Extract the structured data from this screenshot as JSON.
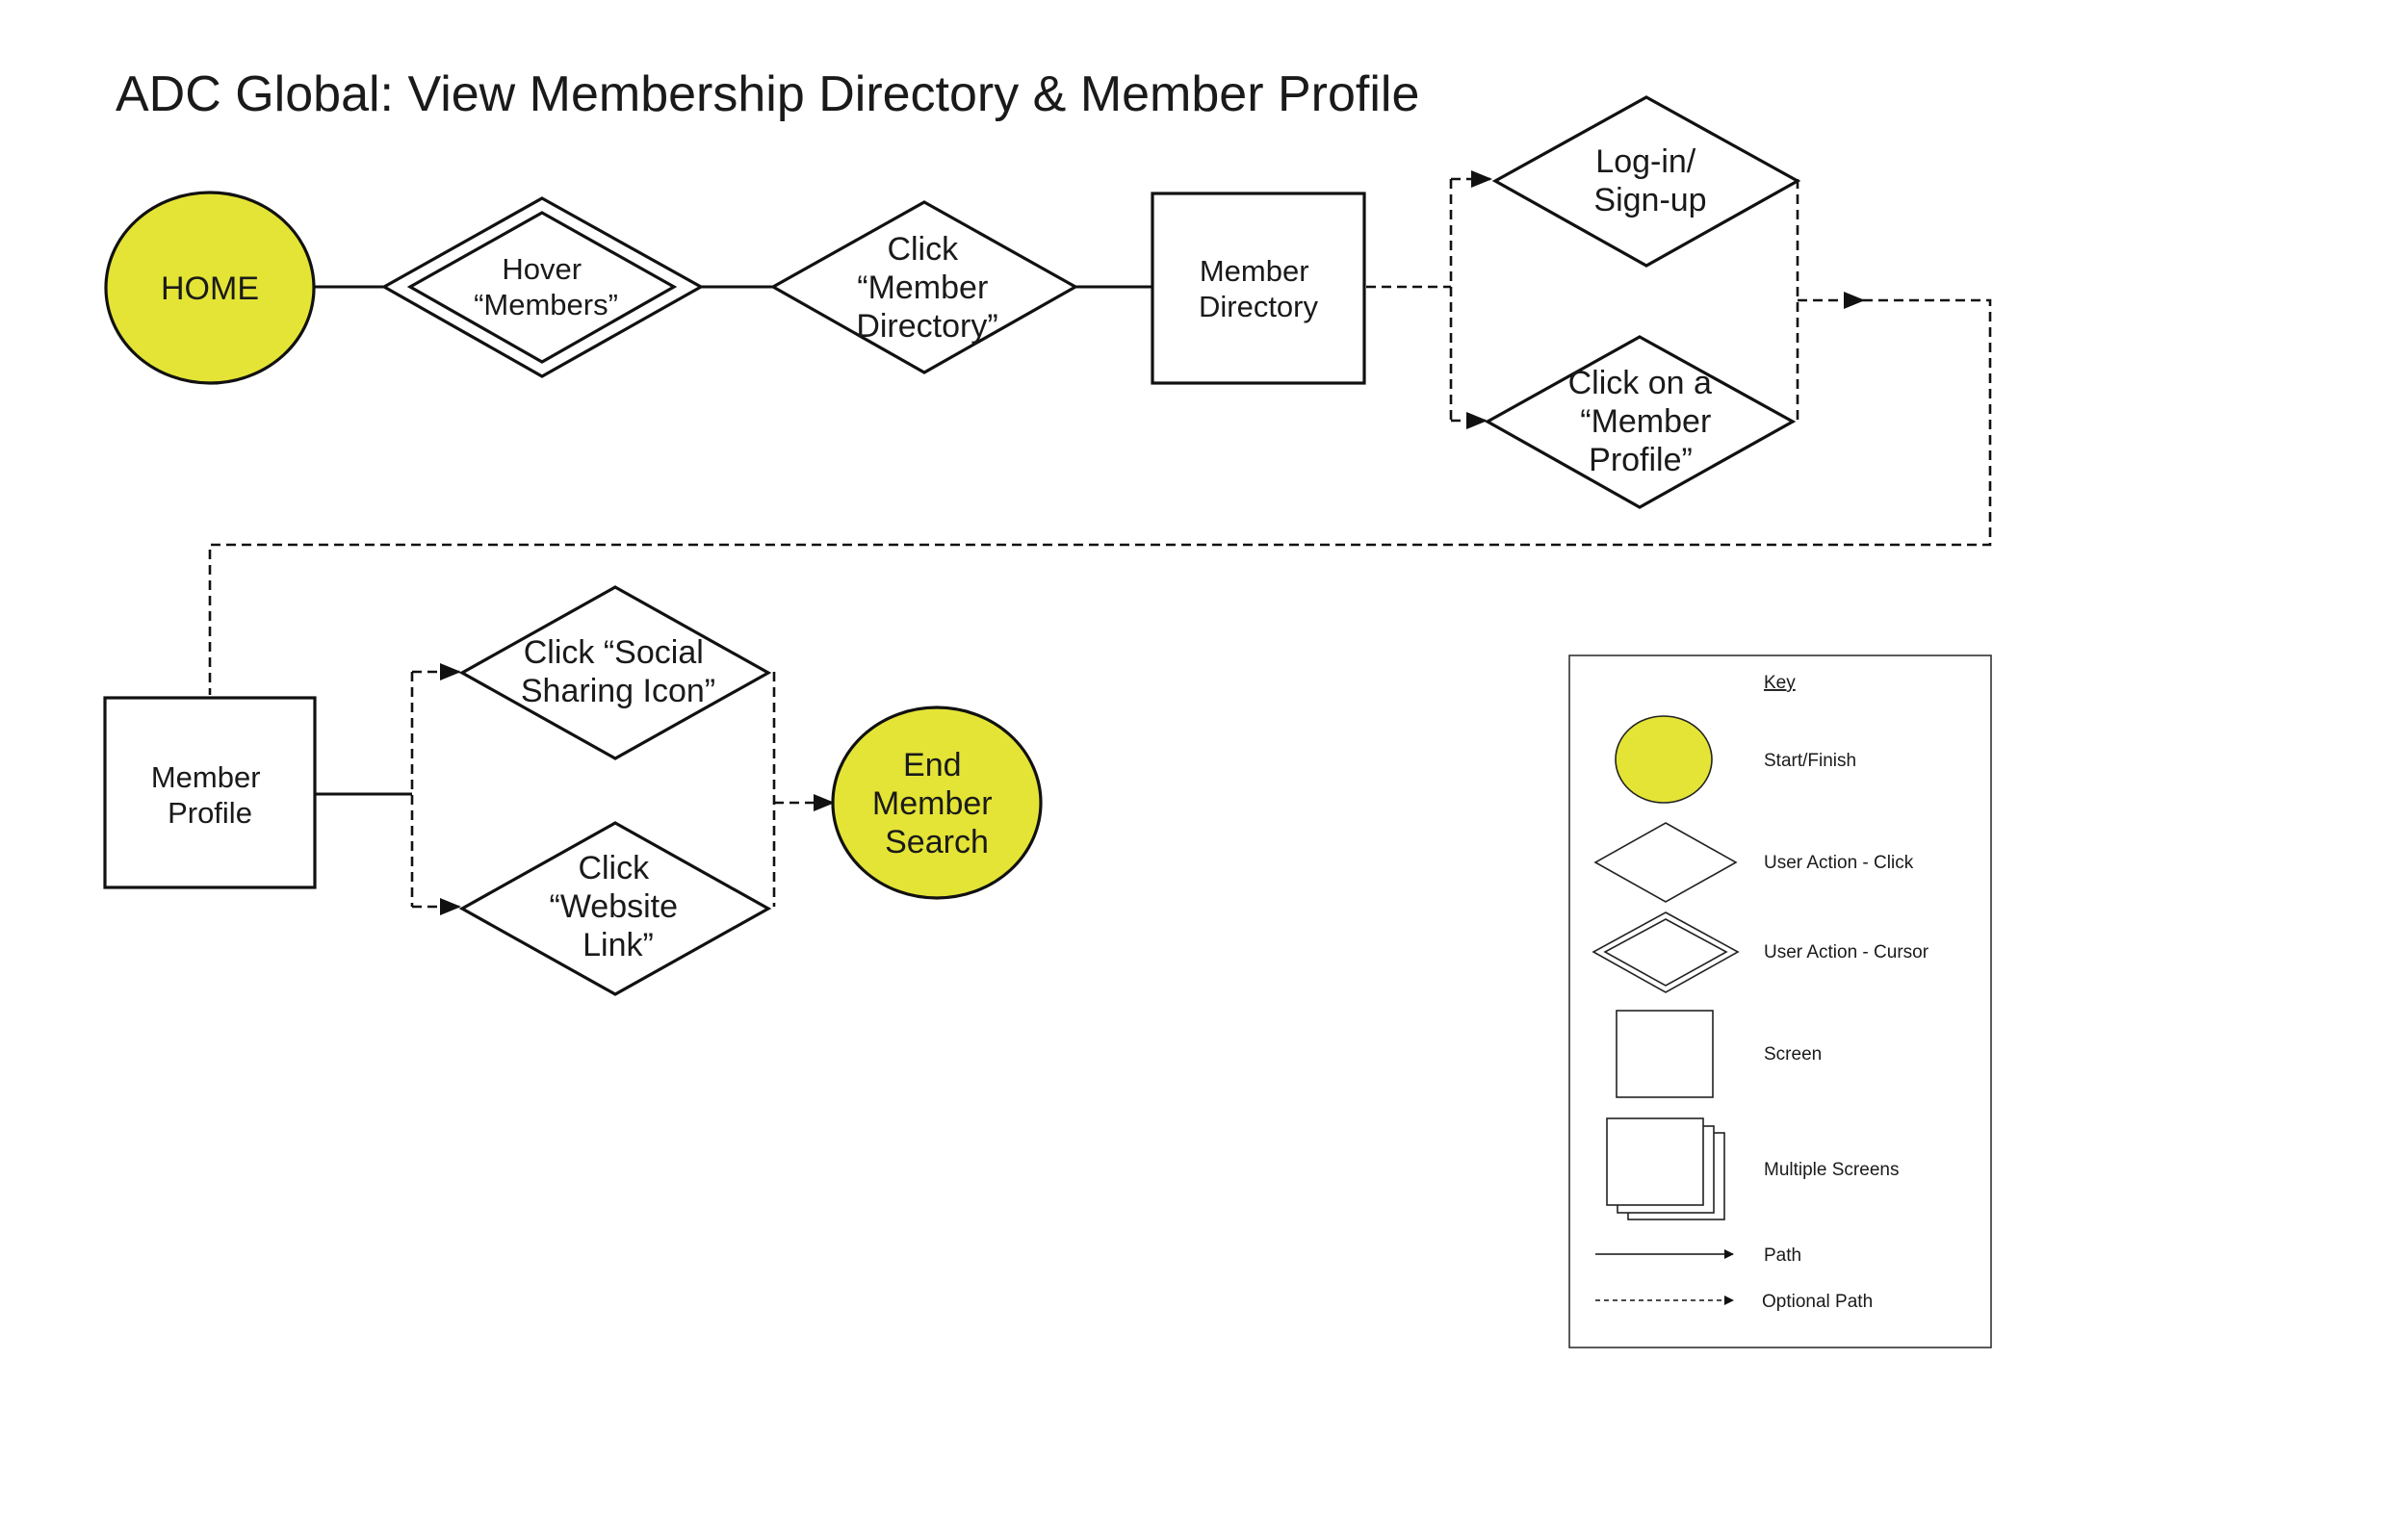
{
  "title": "ADC Global: View Membership Directory & Member Profile",
  "colors": {
    "start_finish": "#e4e436",
    "stroke": "#111111",
    "background": "#ffffff"
  },
  "nodes": {
    "home": {
      "lines": [
        "HOME"
      ]
    },
    "hover_members": {
      "lines": [
        "Hover",
        "“Members”"
      ]
    },
    "click_member_directory": {
      "lines": [
        "Click",
        "“Member",
        "Directory”"
      ]
    },
    "member_directory": {
      "lines": [
        "Member",
        "Directory"
      ]
    },
    "login_signup": {
      "lines": [
        "Log-in/",
        "Sign-up"
      ]
    },
    "click_member_profile": {
      "lines": [
        "Click on a",
        "“Member",
        "Profile”"
      ]
    },
    "member_profile": {
      "lines": [
        "Member",
        "Profile"
      ]
    },
    "click_social_sharing": {
      "lines": [
        "Click “Social",
        "Sharing Icon”"
      ]
    },
    "click_website_link": {
      "lines": [
        "Click",
        "“Website",
        "Link”"
      ]
    },
    "end_member_search": {
      "lines": [
        "End",
        "Member",
        "Search"
      ]
    }
  },
  "edges": [
    {
      "from": "home",
      "to": "hover_members",
      "style": "solid"
    },
    {
      "from": "hover_members",
      "to": "click_member_directory",
      "style": "solid"
    },
    {
      "from": "click_member_directory",
      "to": "member_directory",
      "style": "solid"
    },
    {
      "from": "member_directory",
      "to": "login_signup",
      "style": "dashed"
    },
    {
      "from": "member_directory",
      "to": "click_member_profile",
      "style": "dashed"
    },
    {
      "from": "login_signup",
      "to": "member_profile",
      "style": "dashed"
    },
    {
      "from": "click_member_profile",
      "to": "member_profile",
      "style": "dashed"
    },
    {
      "from": "member_profile",
      "to": "click_social_sharing",
      "style": "dashed"
    },
    {
      "from": "member_profile",
      "to": "click_website_link",
      "style": "dashed"
    },
    {
      "from": "click_social_sharing",
      "to": "end_member_search",
      "style": "dashed"
    },
    {
      "from": "click_website_link",
      "to": "end_member_search",
      "style": "dashed"
    }
  ],
  "key": {
    "title": "Key",
    "items": {
      "start_finish": "Start/Finish",
      "user_action_click": "User Action - Click",
      "user_action_cursor": "User Action - Cursor",
      "screen": "Screen",
      "multiple_screens": "Multiple Screens",
      "path": "Path",
      "optional_path": "Optional Path"
    }
  }
}
